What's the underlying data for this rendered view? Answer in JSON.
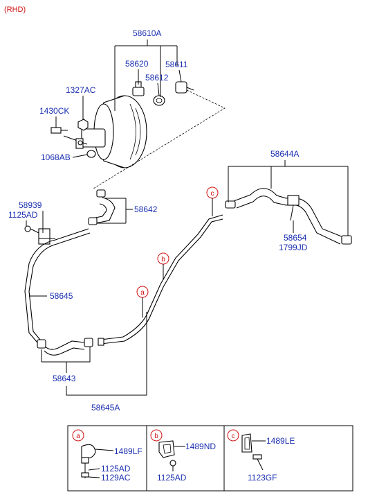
{
  "variant": "(RHD)",
  "parts": {
    "p58610A": "58610A",
    "p58620": "58620",
    "p58612": "58612",
    "p58611": "58611",
    "p1327AC": "1327AC",
    "p1430CK": "1430CK",
    "p1068AB": "1068AB",
    "p58644A": "58644A",
    "p58642": "58642",
    "p58939": "58939",
    "p1125AD": "1125AD",
    "p58654": "58654",
    "p1799JD": "1799JD",
    "p58645": "58645",
    "p58643": "58643",
    "p58645A": "58645A"
  },
  "callouts": {
    "a": "a",
    "b": "b",
    "c": "c"
  },
  "legend": {
    "a": {
      "letter": "a",
      "labels": [
        "1489LF",
        "1125AD",
        "1129AC"
      ]
    },
    "b": {
      "letter": "b",
      "labels": [
        "1489ND",
        "1125AD"
      ]
    },
    "c": {
      "letter": "c",
      "labels": [
        "1489LE",
        "1123GF"
      ]
    }
  },
  "colors": {
    "label": "#1a2fb0",
    "callout": "#d01010",
    "line": "#000000"
  }
}
